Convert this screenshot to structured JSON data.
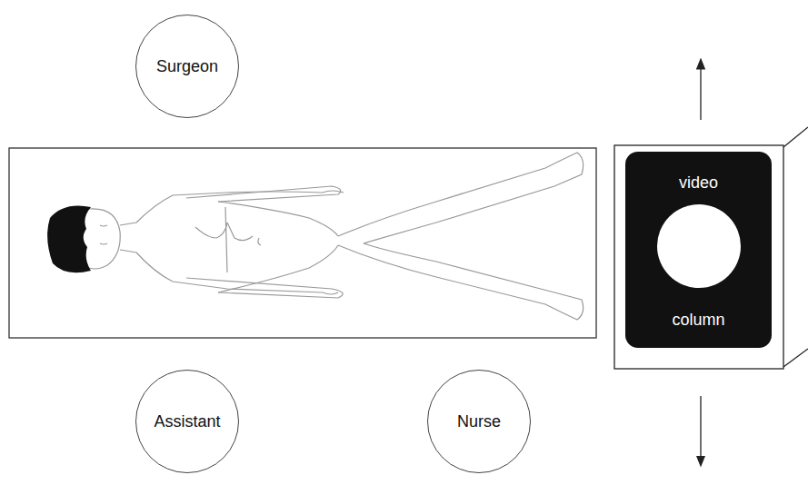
{
  "diagram": {
    "nodes": [
      {
        "text": [
          "Surgeon"
        ]
      },
      {
        "text": [
          "Assistant"
        ]
      },
      {
        "text": [
          "Nurse"
        ]
      },
      {
        "text": [
          "video",
          "column"
        ]
      }
    ]
  }
}
